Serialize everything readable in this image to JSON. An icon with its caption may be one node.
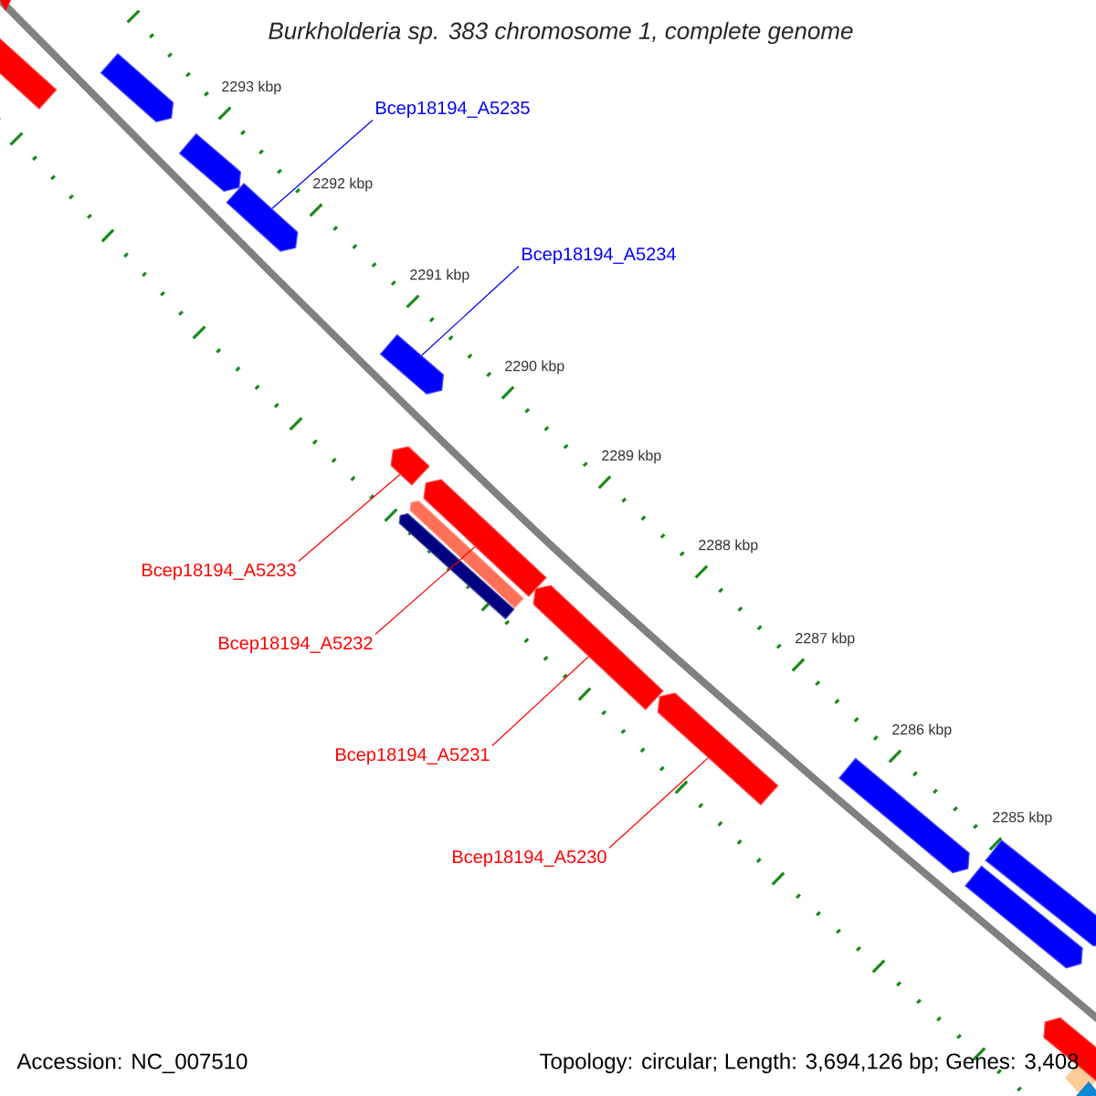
{
  "diagram": {
    "title": "Burkholderia sp. 383 chromosome 1, complete genome",
    "nodes": [
      {
        "text": [],
        "shape": "bar"
      },
      {
        "text": [],
        "shape": "bar"
      },
      {
        "text": [
          "Bcep18194_A5235"
        ]
      },
      {
        "text": [],
        "shape": "bar"
      },
      {
        "text": [],
        "shape": "bar"
      },
      {
        "text": [
          "Bcep18194_A5234"
        ]
      },
      {
        "text": [],
        "shape": "bar"
      },
      {
        "text": [],
        "shape": "bar"
      },
      {
        "text": [],
        "shape": "bar"
      },
      {
        "text": [],
        "shape": "bar"
      },
      {
        "text": [],
        "shape": "bar"
      },
      {
        "text": [
          "Bcep18194_A5233"
        ]
      },
      {
        "text": [],
        "shape": "bar"
      },
      {
        "text": [
          "Bcep18194_A5232"
        ]
      },
      {
        "text": [],
        "shape": "bar"
      },
      {
        "text": [
          "Bcep18194_A5231"
        ]
      },
      {
        "text": [],
        "shape": "bar"
      },
      {
        "text": [
          "Bcep18194_A5230"
        ]
      },
      {
        "text": [],
        "shape": "bar"
      },
      {
        "text": [],
        "shape": "bar"
      },
      {
        "text": [],
        "shape": "bar"
      }
    ],
    "edges": [
      {
        "from": 2,
        "to": 4,
        "arrow": "none",
        "color": "#0000ff"
      },
      {
        "from": 5,
        "to": 6,
        "arrow": "none",
        "color": "#0000ff"
      },
      {
        "from": 11,
        "to": 7,
        "arrow": "none"
      },
      {
        "from": 13,
        "to": 8,
        "arrow": "none"
      },
      {
        "from": 15,
        "to": 12,
        "arrow": "none"
      },
      {
        "from": 17,
        "to": 14,
        "arrow": "none"
      }
    ],
    "labels": [
      "2293 kbp",
      "2292 kbp",
      "2291 kbp",
      "2290 kbp",
      "2289 kbp",
      "2288 kbp",
      "2287 kbp",
      "2286 kbp",
      "2285 kbp",
      "Accession: NC_007510",
      "Topology: circular; Length: 3,694,126 bp; Genes: 3,408"
    ]
  }
}
